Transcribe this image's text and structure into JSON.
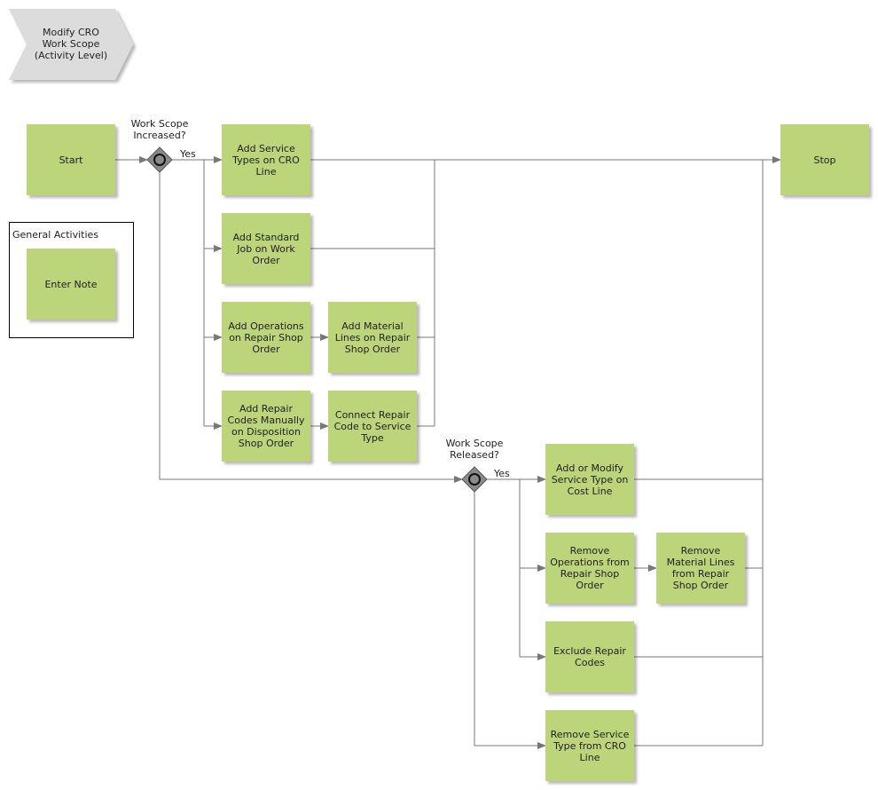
{
  "header": {
    "title": "Modify CRO\nWork Scope\n(Activity Level)"
  },
  "group": {
    "title": "General Activities",
    "note": "Enter Note"
  },
  "decisions": {
    "increased": {
      "label": "Work Scope\nIncreased?",
      "yes": "Yes"
    },
    "released": {
      "label": "Work Scope\nReleased?",
      "yes": "Yes"
    }
  },
  "nodes": {
    "start": "Start",
    "stop": "Stop",
    "add_service_types": "Add Service Types on CRO Line",
    "add_standard_job": "Add Standard Job on Work Order",
    "add_operations": "Add Operations on Repair Shop Order",
    "add_material_lines": "Add Material Lines on Repair Shop Order",
    "add_repair_codes": "Add Repair Codes Manually on Disposition Shop Order",
    "connect_repair_code": "Connect Repair Code to Service Type",
    "add_modify_service_type": "Add or Modify Service Type on Cost Line",
    "remove_operations": "Remove Operations from Repair Shop Order",
    "remove_material_lines": "Remove Material Lines from Repair Shop Order",
    "exclude_repair_codes": "Exclude Repair Codes",
    "remove_service_type": "Remove Service Type from CRO Line"
  },
  "colors": {
    "node_fill": "#bcd47a",
    "line": "#777777",
    "header_fill": "#dcdcdc"
  }
}
